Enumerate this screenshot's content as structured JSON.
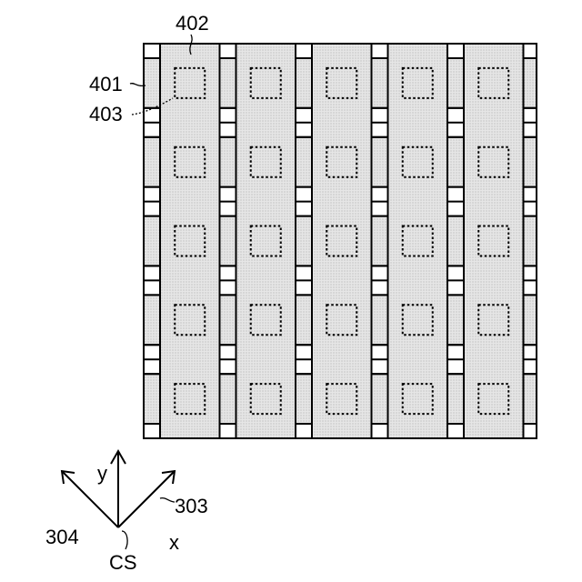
{
  "labels": {
    "panel_ref": "402",
    "strip_ref": "401",
    "region_ref": "403",
    "axis_y": "y",
    "axis_x": "x",
    "axis_303": "303",
    "axis_304": "304",
    "origin": "CS"
  },
  "grid": {
    "columns": 5,
    "rows": 5
  },
  "colors": {
    "line": "#000000",
    "fill_dotted": "#e2e2e2",
    "background": "#ffffff"
  }
}
